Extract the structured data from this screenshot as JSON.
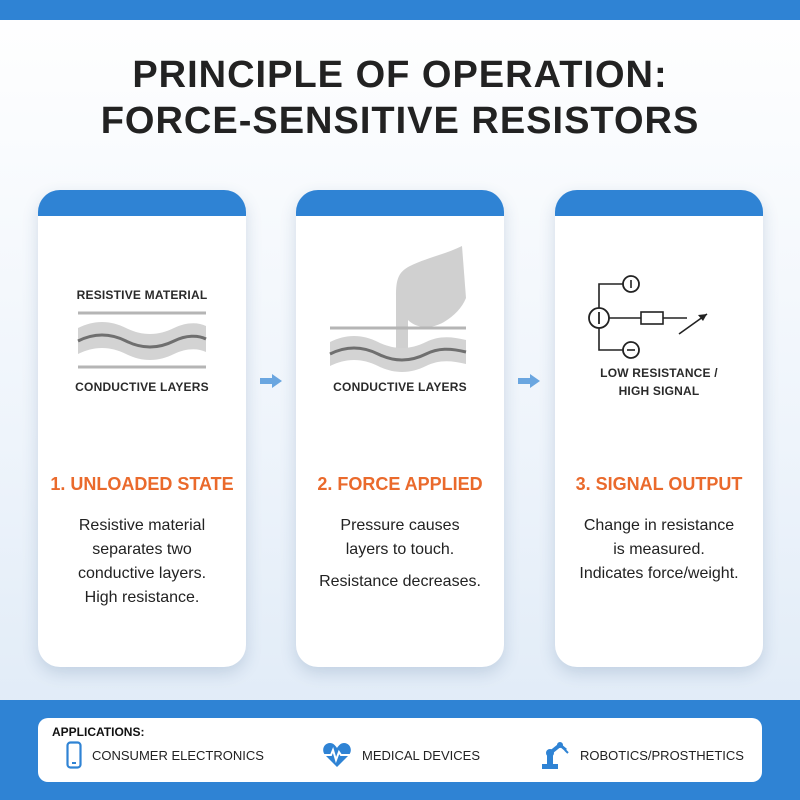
{
  "title": {
    "line1": "PRINCIPLE OF OPERATION:",
    "line2": "FORCE-SENSITIVE RESISTORS"
  },
  "cards": [
    {
      "top_label": "RESISTIVE MATERIAL",
      "bottom_label": "CONDUCTIVE LAYERS",
      "step_title": "1. UNLOADED STATE",
      "description": [
        "Resistive material",
        "separates two",
        "conductive layers.",
        "High resistance."
      ]
    },
    {
      "bottom_label": "CONDUCTIVE LAYERS",
      "step_title": "2. FORCE APPLIED",
      "description": [
        "Pressure causes",
        "layers to touch."
      ],
      "description_2": "Resistance decreases."
    },
    {
      "signal_label": [
        "LOW RESISTANCE /",
        "HIGH SIGNAL"
      ],
      "step_title": "3. SIGNAL OUTPUT",
      "description": [
        "Change in resistance",
        "is measured.",
        "Indicates force/weight."
      ]
    }
  ],
  "applications": {
    "heading": "APPLICATIONS:",
    "items": [
      {
        "label": "CONSUMER ELECTRONICS",
        "icon": "smartphone-icon"
      },
      {
        "label": "MEDICAL DEVICES",
        "icon": "heart-pulse-icon"
      },
      {
        "label": "ROBOTICS/PROSTHETICS",
        "icon": "robot-arm-icon"
      }
    ]
  },
  "colors": {
    "accent_blue": "#2f83d4",
    "step_orange": "#ea6a2c",
    "arrow_blue": "#6aa6e0"
  }
}
